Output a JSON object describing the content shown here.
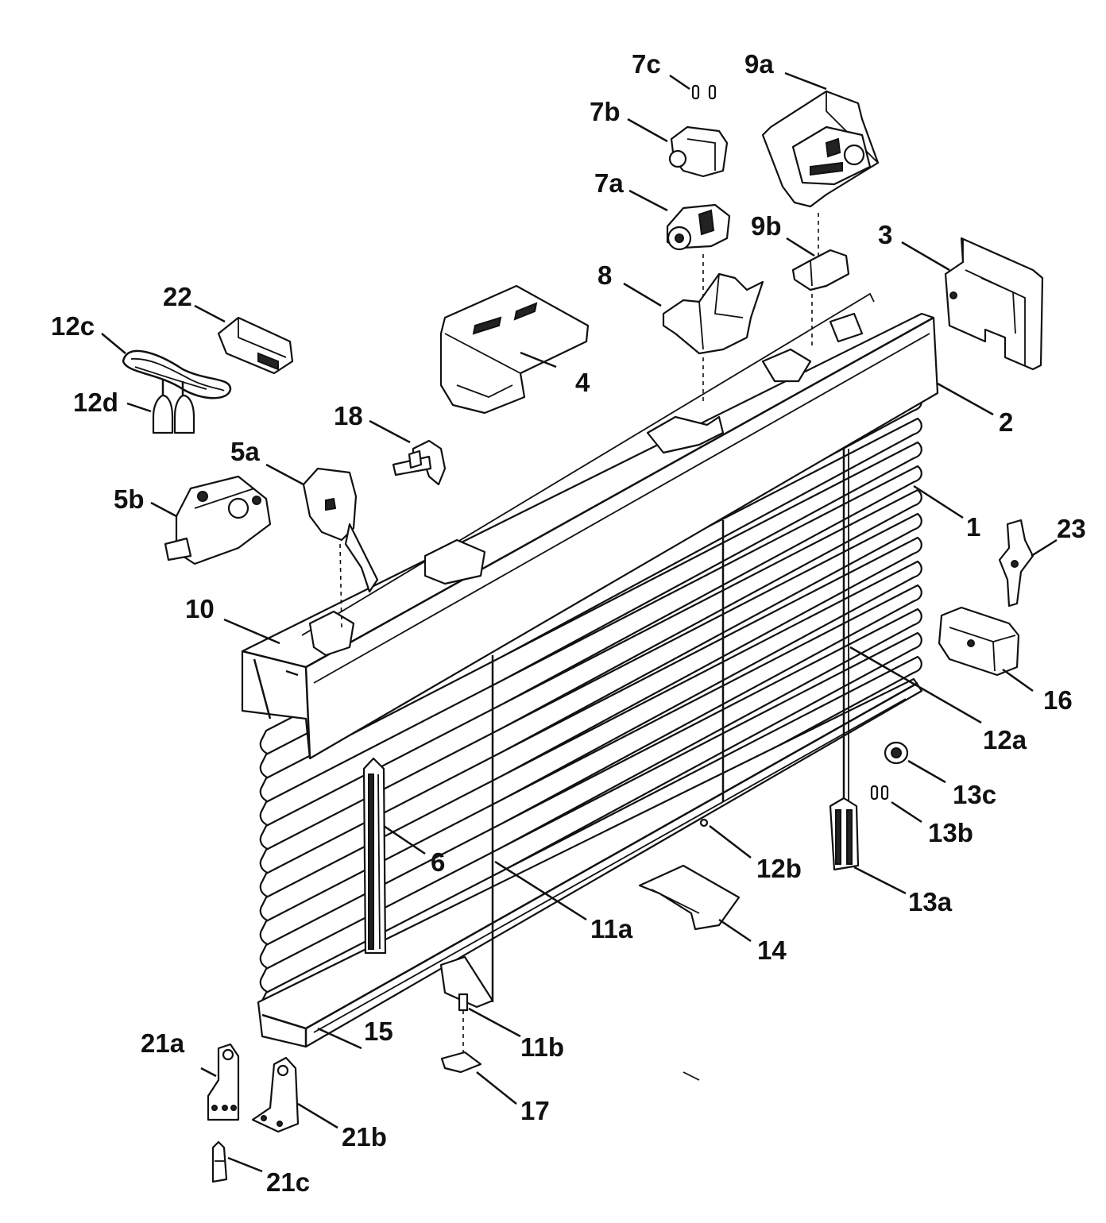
{
  "colors": {
    "ink": "#111111",
    "paper": "#ffffff",
    "shade": "#bdbdbd"
  },
  "callouts": [
    "1",
    "2",
    "3",
    "4",
    "5a",
    "5b",
    "6",
    "7a",
    "7b",
    "7c",
    "8",
    "9a",
    "9b",
    "10",
    "11a",
    "11b",
    "12a",
    "12b",
    "12c",
    "12d",
    "13a",
    "13b",
    "13c",
    "14",
    "15",
    "16",
    "17",
    "18",
    "21a",
    "21b",
    "21c",
    "22",
    "23"
  ]
}
